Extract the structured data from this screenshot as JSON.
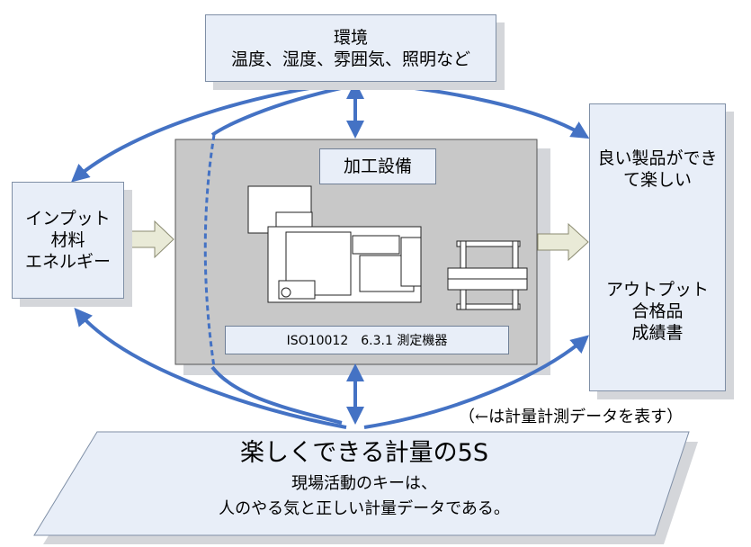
{
  "environment": {
    "title": "環境",
    "items": "温度、湿度、雰囲気、照明など"
  },
  "input": {
    "lines": [
      "インプット",
      "材料",
      "エネルギー"
    ]
  },
  "process": {
    "title": "加工設備",
    "standard": "ISO10012　6.3.1 測定機器"
  },
  "output": {
    "happy_lines": [
      "良い製品ができ",
      "て楽しい"
    ],
    "lines": [
      "アウトプット",
      "合格品",
      "成績書"
    ]
  },
  "legend_note": "（←は計量計測データを表す）",
  "bottom": {
    "title": "楽しくできる計量の5S",
    "line1": "現場活動のキーは、",
    "line2": "人のやる気と正しい計量データである。"
  },
  "colors": {
    "arrow": "#4472c4",
    "box_fill": "#e8eef8",
    "process_fill": "#c8c8c8",
    "smiley": "#f2c200",
    "music_bubble": "#9acd32"
  },
  "icons": [
    "smiley-face-icon",
    "music-note-icon",
    "lathe-machine-icon"
  ]
}
